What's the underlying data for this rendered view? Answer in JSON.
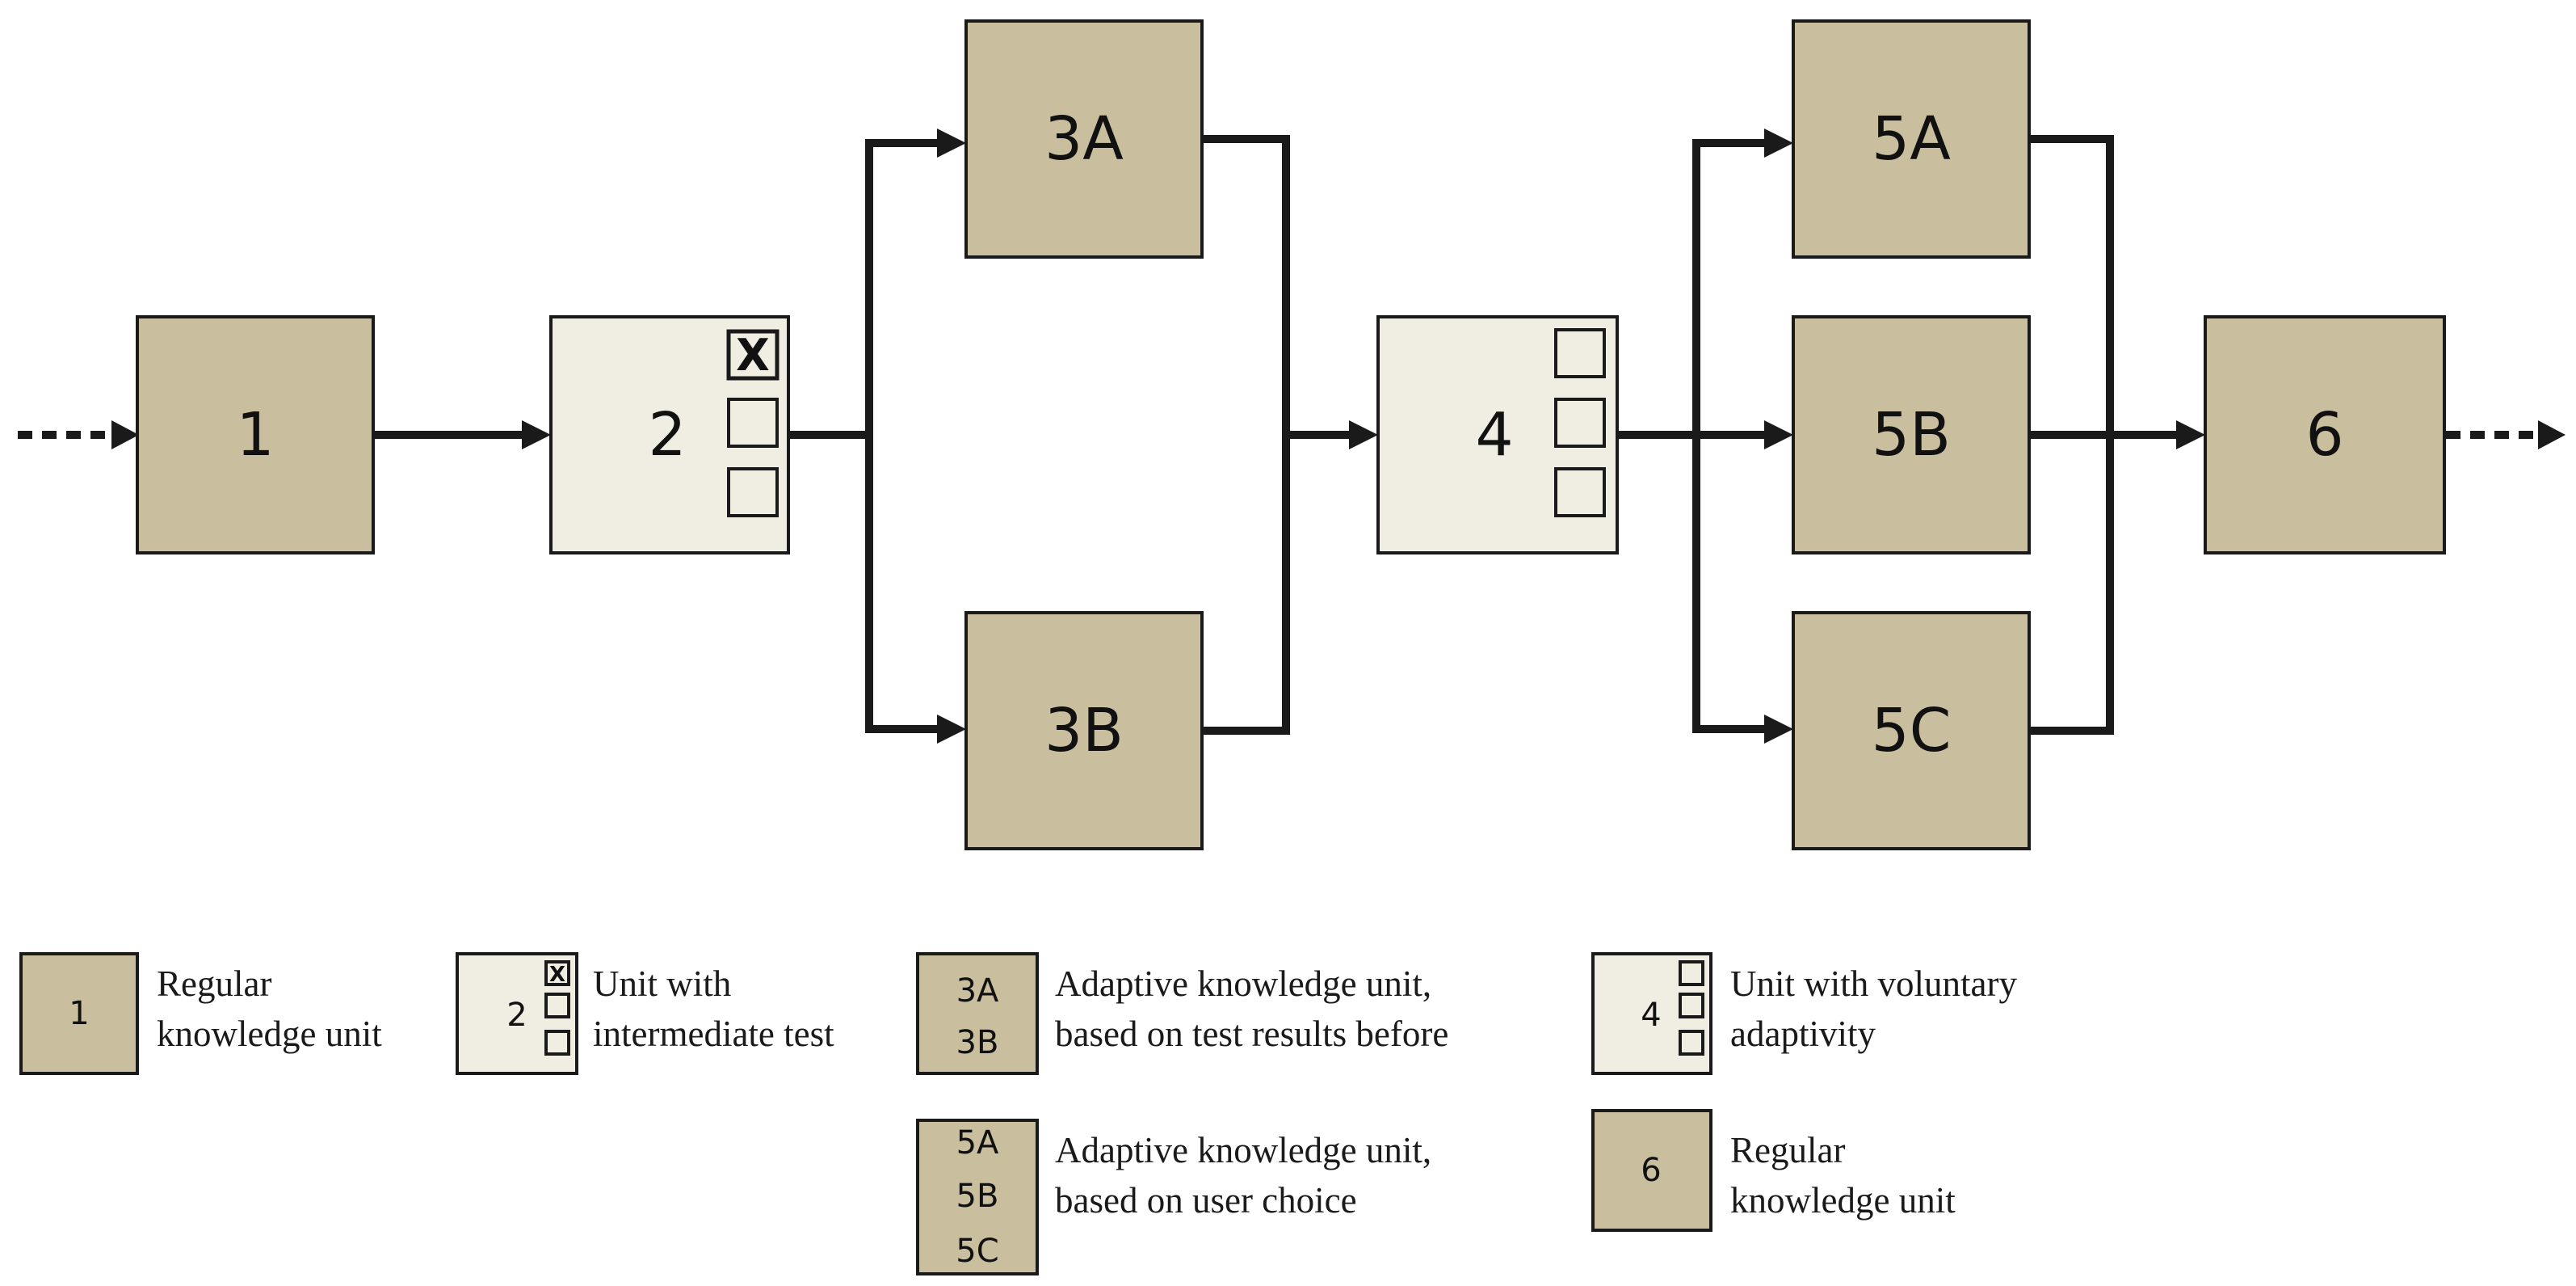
{
  "colors": {
    "regular_unit": "#c9bf9e",
    "test_unit": "#f0eee3",
    "stroke": "#1a1a1a"
  },
  "icons": {
    "test_box": "checkbox-icon",
    "checked_box": "checked-box-icon",
    "arrow": "arrow-icon"
  },
  "nodes": {
    "n1": "1",
    "n2": "2",
    "n3a": "3A",
    "n3b": "3B",
    "n4": "4",
    "n5a": "5A",
    "n5b": "5B",
    "n5c": "5C",
    "n6": "6"
  },
  "test_marks": {
    "n2_checked": "X"
  },
  "legend": {
    "regular": {
      "box": "1",
      "line1": "Regular",
      "line2": "knowledge unit"
    },
    "intermediate": {
      "box": "2",
      "line1": "Unit with",
      "line2": "intermediate test"
    },
    "adaptive_test": {
      "box1": "3A",
      "box2": "3B",
      "line1": "Adaptive knowledge unit,",
      "line2": "based on test results before"
    },
    "voluntary": {
      "box": "4",
      "line1": "Unit with voluntary",
      "line2": "adaptivity"
    },
    "adaptive_choice": {
      "box1": "5A",
      "box2": "5B",
      "box3": "5C",
      "line1": "Adaptive knowledge unit,",
      "line2": "based on user choice"
    },
    "regular_end": {
      "box": "6",
      "line1": "Regular",
      "line2": "knowledge unit"
    }
  }
}
